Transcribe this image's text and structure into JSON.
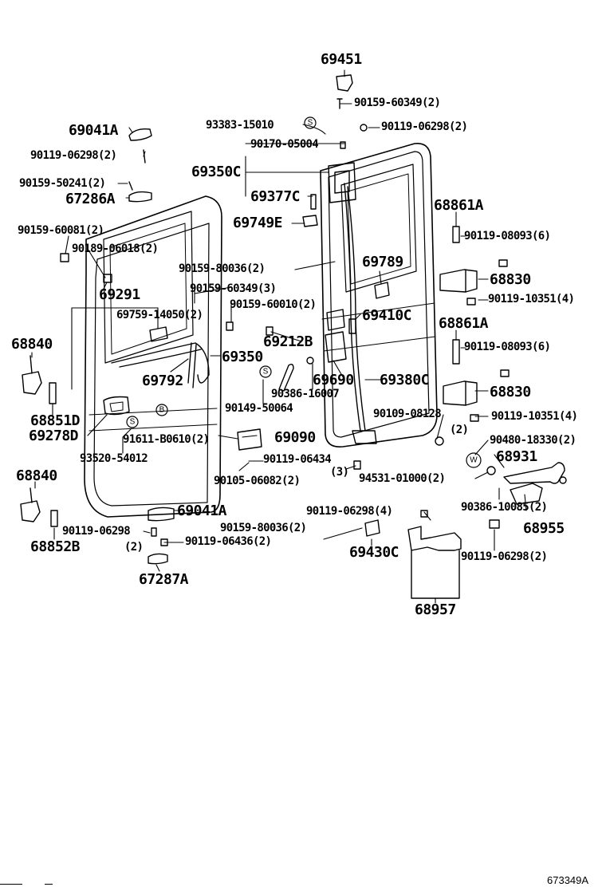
{
  "figure_ref": "673349A",
  "callouts": {
    "c69451": "69451",
    "c90159_60349_2": "90159-60349(2)",
    "c93383_15010": "93383-15010",
    "c90119_06298_2_top": "90119-06298(2)",
    "c90170_05004": "90170-05004",
    "c69041A_top": "69041A",
    "c90119_06298_2_left": "90119-06298(2)",
    "c90159_50241_2": "90159-50241(2)",
    "c67286A": "67286A",
    "c69350C": "69350C",
    "c69377C": "69377C",
    "c69749E": "69749E",
    "c68861A_top": "68861A",
    "c90119_08093_6_top": "90119-08093(6)",
    "c90159_60081_2": "90159-60081(2)",
    "c90189_06018_2": "90189-06018(2)",
    "c90159_80036_2_mid": "90159-80036(2)",
    "c69789": "69789",
    "c68830_top": "68830",
    "c90159_60349_3": "90159-60349(3)",
    "c90119_10351_4_top": "90119-10351(4)",
    "c69291": "69291",
    "c90159_60010_2": "90159-60010(2)",
    "c69410C": "69410C",
    "c69759_14050_2": "69759-14050(2)",
    "c68861A_mid": "68861A",
    "c68840_top": "68840",
    "c69212B": "69212B",
    "c90119_08093_6_mid": "90119-08093(6)",
    "c69350": "69350",
    "c69792": "69792",
    "c69690": "69690",
    "c69380C": "69380C",
    "c90386_16007": "90386-16007",
    "c68830_mid": "68830",
    "c68851D": "68851D",
    "c69278D": "69278D",
    "c90149_50064": "90149-50064",
    "c90109_08128": "90109-08128",
    "c90119_10351_4_mid": "90119-10351(4)",
    "c2_a": "(2)",
    "c91611_B0610_2": "91611-B0610(2)",
    "c69090": "69090",
    "c90480_18330_2": "90480-18330(2)",
    "c93520_54012": "93520-54012",
    "c90119_06434": "90119-06434",
    "c68931": "68931",
    "c68840_bot": "68840",
    "c3": "(3)",
    "c94531_01000_2": "94531-01000(2)",
    "c90105_06082_2": "90105-06082(2)",
    "c90386_10085_2": "90386-10085(2)",
    "c69041A_bot": "69041A",
    "c90119_06298_4": "90119-06298(4)",
    "c68955": "68955",
    "c90159_80036_2_bot": "90159-80036(2)",
    "c90119_06298_bot": "90119-06298",
    "c2_b": "(2)",
    "c68852B": "68852B",
    "c90119_06436_2": "90119-06436(2)",
    "c69430C": "69430C",
    "c90119_06298_2_right": "90119-06298(2)",
    "c67287A": "67287A",
    "c68957": "68957"
  },
  "symbols": {
    "s_top": "S",
    "s_left": "S",
    "s_mid": "S",
    "b_mark": "B",
    "w_mark": "W"
  }
}
